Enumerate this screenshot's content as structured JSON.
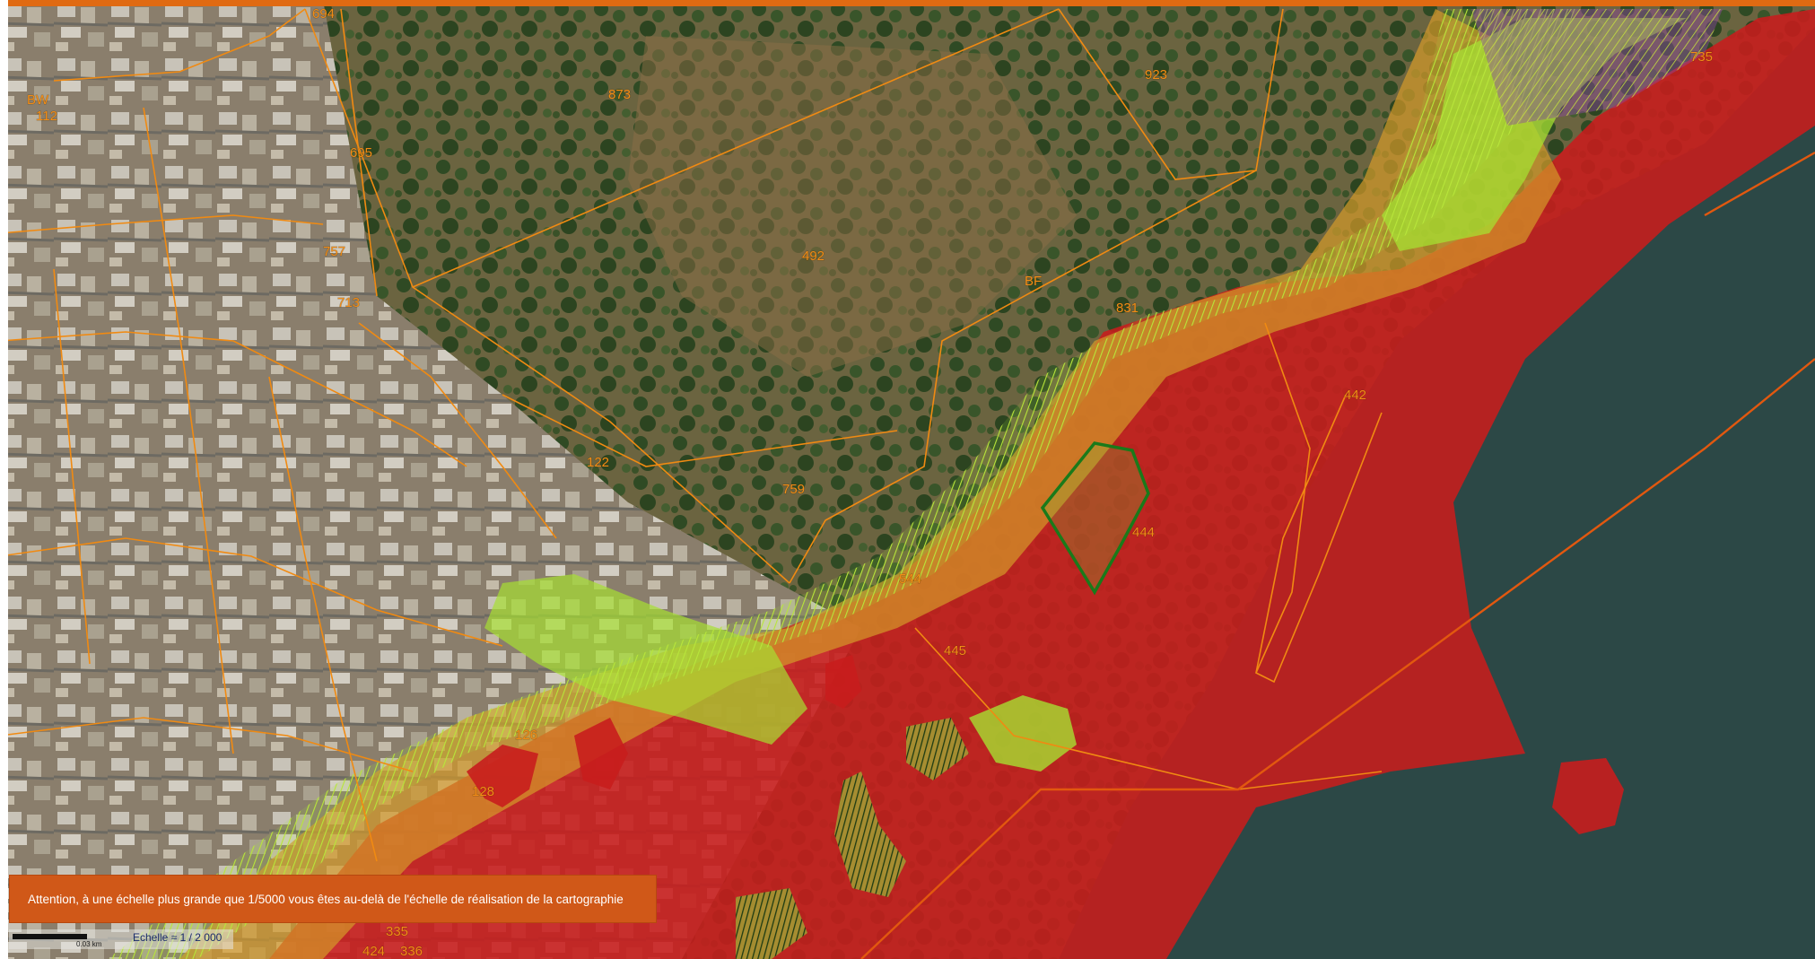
{
  "map": {
    "parcel_labels": [
      "694",
      "BW",
      "112",
      "695",
      "757",
      "713",
      "873",
      "923",
      "735",
      "492",
      "BF",
      "831",
      "442",
      "759",
      "544",
      "444",
      "445",
      "335",
      "424",
      "336",
      "122",
      "126",
      "128"
    ],
    "zone_colors": {
      "high_risk": "#c81d1d",
      "medium_risk": "#d49a2a",
      "low_risk": "#a6e032",
      "parcel_outline": "#f08a12",
      "selected_parcel": "#1a7a1a",
      "boundary_line": "#e2580f"
    }
  },
  "warning": {
    "text": "Attention, à une échelle plus grande que 1/5000 vous êtes au-delà de l'échelle de réalisation de la cartographie"
  },
  "scale": {
    "bar_label": "0.03 km",
    "text": "Echelle ≈ 1 / 2 000"
  }
}
